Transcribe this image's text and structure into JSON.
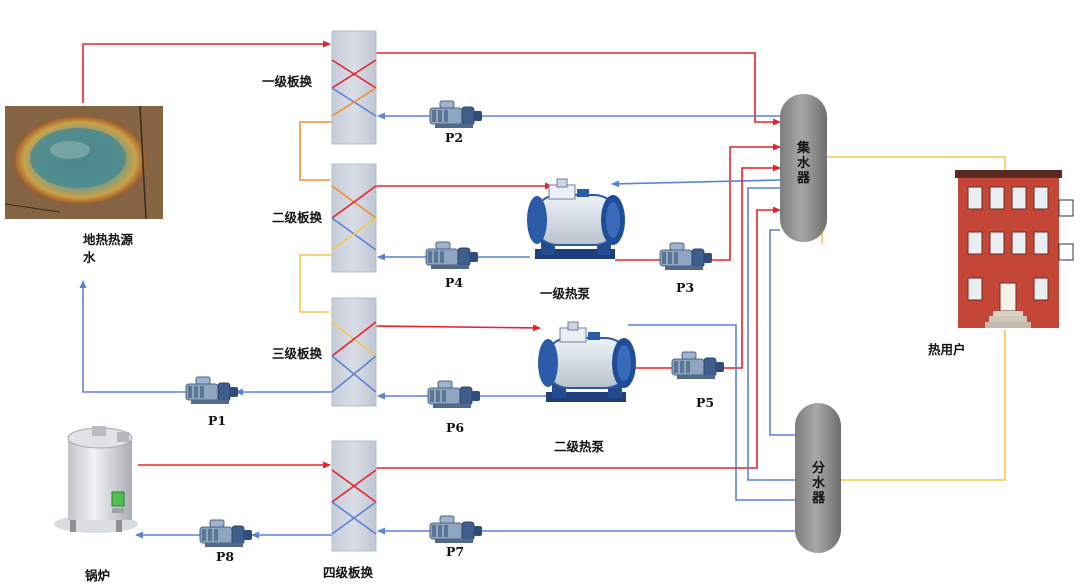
{
  "labels": {
    "geothermal_source_line1": "地热热源",
    "geothermal_source_line2": "水",
    "hx1": "一级板换",
    "hx2": "二级板换",
    "hx3": "三级板换",
    "hx4": "四级板换",
    "heat_pump_1": "一级热泵",
    "heat_pump_2": "二级热泵",
    "boiler": "锅炉",
    "heat_user": "热用户",
    "collector": [
      "集",
      "水",
      "器"
    ],
    "distributor": [
      "分",
      "水",
      "器"
    ]
  },
  "pumps": {
    "p1": "P1",
    "p2": "P2",
    "p3": "P3",
    "p4": "P4",
    "p5": "P5",
    "p6": "P6",
    "p7": "P7",
    "p8": "P8"
  },
  "colors": {
    "supply_line": "#e8232a",
    "return_line": "#5b84d6",
    "orange_line": "#f0902a",
    "yellow_line": "#f6c84a"
  }
}
